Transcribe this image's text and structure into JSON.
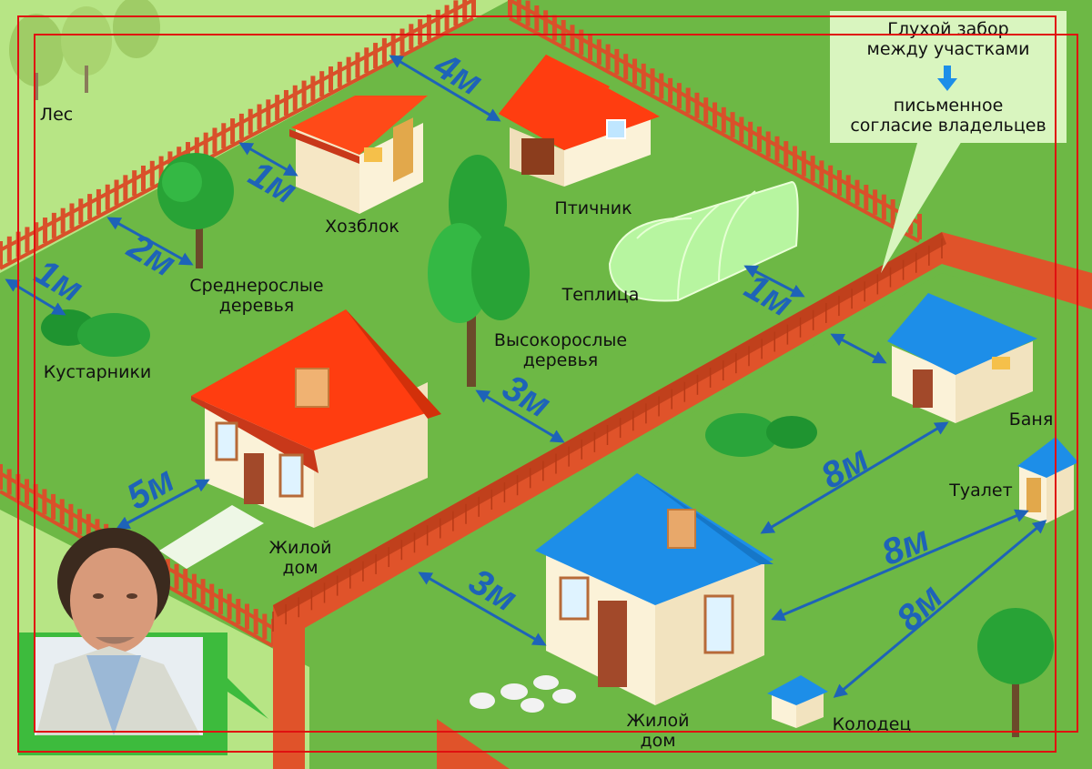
{
  "labels": {
    "forest": "Лес",
    "shed": "Хозблок",
    "poultry": "Птичник",
    "medium_trees_1": "Среднерослые",
    "medium_trees_2": "деревья",
    "greenhouse": "Теплица",
    "shrubs": "Кустарники",
    "tall_trees_1": "Высокорослые",
    "tall_trees_2": "деревья",
    "house_left_1": "Жилой",
    "house_left_2": "дом",
    "house_right_1": "Жилой",
    "house_right_2": "дом",
    "bath": "Баня",
    "toilet": "Туалет",
    "well": "Колодец"
  },
  "callout": {
    "line1": "Глухой забор",
    "line2": "между участками",
    "line3": "письменное",
    "line4": "согласие владельцев"
  },
  "distances": {
    "fence_shed": "1м",
    "shed_poultry": "4м",
    "fence_trees": "2м",
    "fence_shrubs": "1м",
    "greenhouse_fence": "1м",
    "tall_trees_fence": "3м",
    "house_fence_left": "5м",
    "house_fence_right": "3м",
    "house_bath": "8м",
    "house_toilet": "8м",
    "well_toilet": "8м"
  },
  "colors": {
    "grass": "#6db845",
    "light_grass": "#b7e585",
    "fence": "#d9502a",
    "roof_red": "#ff3d10",
    "roof_blue": "#1d8ee8",
    "wall": "#fbf2d8",
    "arrow": "#1e63b8",
    "frame": "#e01010"
  }
}
